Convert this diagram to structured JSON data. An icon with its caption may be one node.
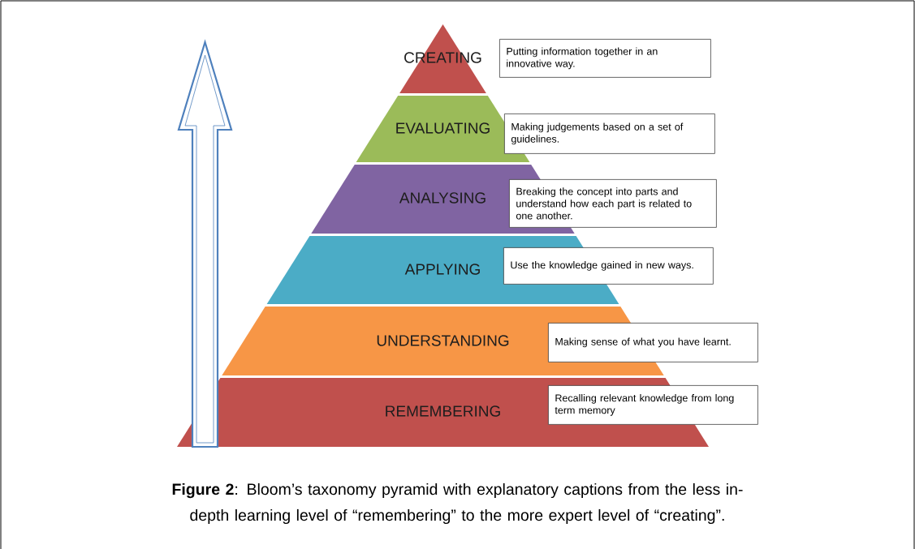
{
  "diagram": {
    "caption": "**Figure 2**: Bloom’s taxonomy pyramid with explanatory captions from the less in-depth learning level of “remembering” to the more expert level of “creating”.",
    "nodes": [
      {
        "text": [
          "CREATING"
        ]
      },
      {
        "text": [
          "Putting information together in an innovative way."
        ]
      },
      {
        "text": [
          "EVALUATING"
        ]
      },
      {
        "text": [
          "Making judgements based on a set of guidelines."
        ]
      },
      {
        "text": [
          "ANALYSING"
        ]
      },
      {
        "text": [
          "Breaking the concept into parts and understand how each part is related to one another."
        ]
      },
      {
        "text": [
          "APPLYING"
        ]
      },
      {
        "text": [
          "Use the knowledge gained in new ways."
        ]
      },
      {
        "text": [
          "UNDERSTANDING"
        ]
      },
      {
        "text": [
          "Making sense of what you have learnt."
        ]
      },
      {
        "text": [
          "REMEMBERING"
        ]
      },
      {
        "text": [
          "Recalling relevant knowledge from long term memory"
        ]
      }
    ]
  }
}
